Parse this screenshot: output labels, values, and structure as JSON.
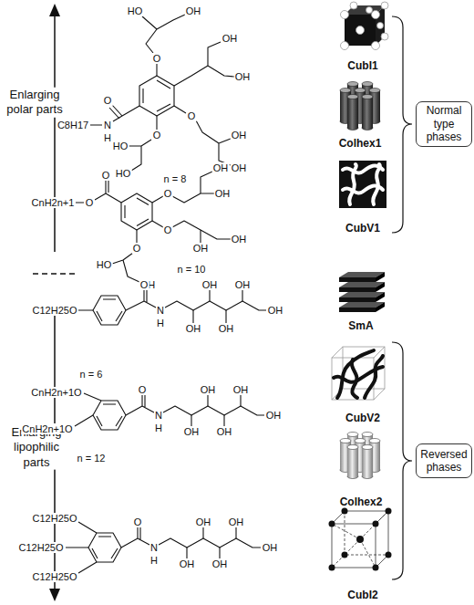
{
  "diagram": {
    "nodes": [
      {
        "text": [
          "Normal type phases"
        ]
      },
      {
        "text": [
          "Reversed phases"
        ]
      }
    ],
    "labels": [
      "Enlarging polar parts",
      "Enlarging lipophilic parts",
      "HO",
      "OH",
      "O",
      "OH",
      "OH",
      "O",
      "C8H17",
      "N",
      "H",
      "O",
      "OH",
      "OH",
      "O",
      "HO",
      "HO",
      "n = 8",
      "O",
      "CnH2n+1",
      "O",
      "O",
      "OH",
      "OH",
      "O",
      "OH",
      "OH",
      "O",
      "HO",
      "OH",
      "n = 10",
      "O",
      "C12H25O",
      "N",
      "H",
      "OH",
      "OH",
      "OH",
      "OH",
      "OH",
      "n = 6",
      "CnH2n+1O",
      "CnH2n+1O",
      "O",
      "N",
      "H",
      "OH",
      "OH",
      "OH",
      "OH",
      "OH",
      "n = 12",
      "C12H25O",
      "C12H25O",
      "C12H25O",
      "O",
      "N",
      "H",
      "OH",
      "OH",
      "OH",
      "OH",
      "OH",
      "CubI1",
      "Colhex1",
      "CubV1",
      "SmA",
      "CubV2",
      "Colhex2",
      "CubI2"
    ]
  }
}
